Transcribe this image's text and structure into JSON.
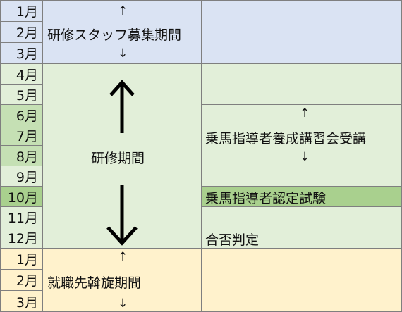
{
  "months": [
    "1月",
    "2月",
    "3月",
    "4月",
    "5月",
    "6月",
    "7月",
    "8月",
    "9月",
    "10月",
    "11月",
    "12月",
    "1月",
    "2月",
    "3月"
  ],
  "bands": {
    "recruit": {
      "label": "研修スタッフ募集期間",
      "arrow_up": "↑",
      "arrow_down": "↓"
    },
    "training": {
      "label": "研修期間"
    },
    "job": {
      "label": "就職先斡旋期間",
      "arrow_up": "↑",
      "arrow_down": "↓"
    }
  },
  "right": {
    "course": {
      "label": "乗馬指導者養成講習会受講",
      "arrow_up": "↑",
      "arrow_down": "↓"
    },
    "exam": {
      "label": "乗馬指導者認定試験"
    },
    "result": {
      "label": "合否判定"
    }
  },
  "colors": {
    "blue": "#dae3f3",
    "green_light": "#e2efd9",
    "green_mid": "#c5e0b4",
    "green_dark": "#a9d08e",
    "orange": "#fff2cc",
    "arrow": "#000000"
  }
}
